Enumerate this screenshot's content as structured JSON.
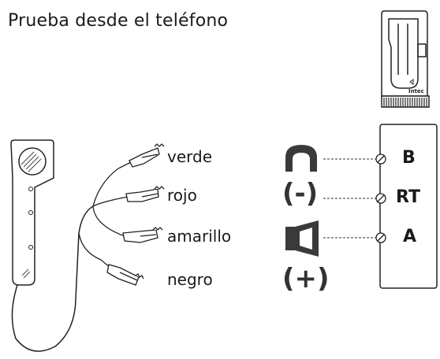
{
  "title": "Prueba desde el teléfono",
  "handset_brand": "Intec",
  "wires": {
    "verde": "verde",
    "rojo": "rojo",
    "amarillo": "amarillo",
    "negro": "negro"
  },
  "symbols": {
    "minus": "(-)",
    "plus": "(+)"
  },
  "terminals": {
    "b": "B",
    "rt": "RT",
    "a": "A"
  }
}
